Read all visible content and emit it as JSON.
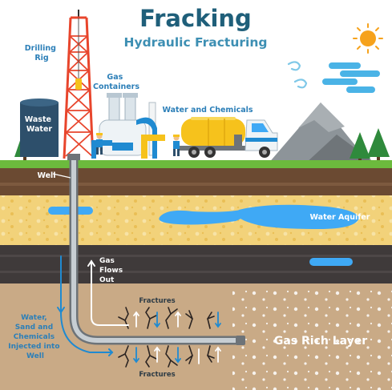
{
  "title": "Fracking",
  "subtitle": "Hydraulic Fracturing",
  "labels": {
    "drilling_rig": [
      "Drilling",
      "Rig"
    ],
    "gas_containers": [
      "Gas",
      "Containers"
    ],
    "waste_water": [
      "Waste",
      "Water"
    ],
    "water_chemicals": "Water and Chemicals",
    "well": "Well",
    "water_aquifer": "Water Aquifer",
    "gas_flows_out": [
      "Gas",
      "Flows",
      "Out"
    ],
    "fractures_top": "Fractures",
    "fractures_bottom": "Fractures",
    "injected": [
      "Water,",
      "Sand and",
      "Chemicals",
      "Injected into",
      "Well"
    ],
    "gas_rich_layer": "Gas Rich Layer"
  },
  "colors": {
    "title": "#1f5f7a",
    "subtitle": "#3d8fb3",
    "label_blue": "#2c7fb8",
    "sky": "#ffffff",
    "grass": "#6cba3d",
    "topsoil": "#6b4a32",
    "sand_layer": "#f2d27a",
    "water": "#3fa9f5",
    "rock_layer": "#3f3a3a",
    "gas_layer": "#c9aa86",
    "rig": "#e8452c",
    "truck": "#f6c21c"
  }
}
